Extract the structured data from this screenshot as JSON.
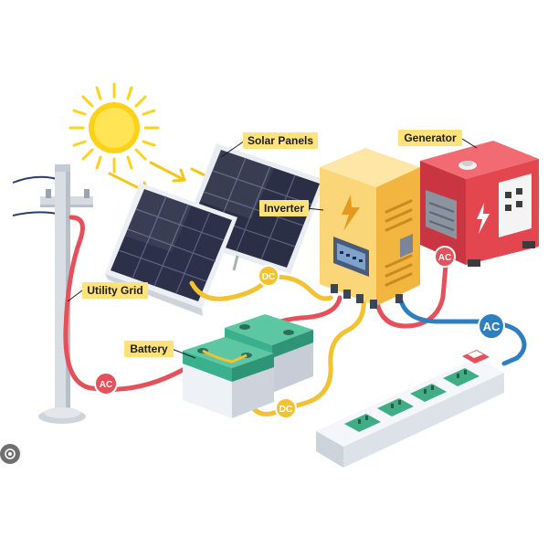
{
  "labels": {
    "solar_panels": "Solar Panels",
    "generator": "Generator",
    "inverter": "Inverter",
    "utility_grid": "Utility Grid",
    "battery": "Battery"
  },
  "badges": {
    "dc_panels": "DC",
    "dc_battery": "DC",
    "ac_grid": "AC",
    "ac_generator": "AC",
    "ac_strip": "AC"
  },
  "colors": {
    "label_bg": "#ffe37a",
    "dc_wire": "#f2c230",
    "ac_wire": "#e5505a",
    "ac_out_wire": "#2f7fc0",
    "badge_red": "#e5505a",
    "badge_yellow": "#f2c230",
    "badge_blue": "#2f7fc0",
    "inverter_body": "#fbd679",
    "generator_body": "#e3464f",
    "battery_green": "#3ab08c",
    "sun": "#ffd21a"
  },
  "icons": [
    "sun-icon",
    "lightning-icon",
    "lens-search-icon"
  ]
}
